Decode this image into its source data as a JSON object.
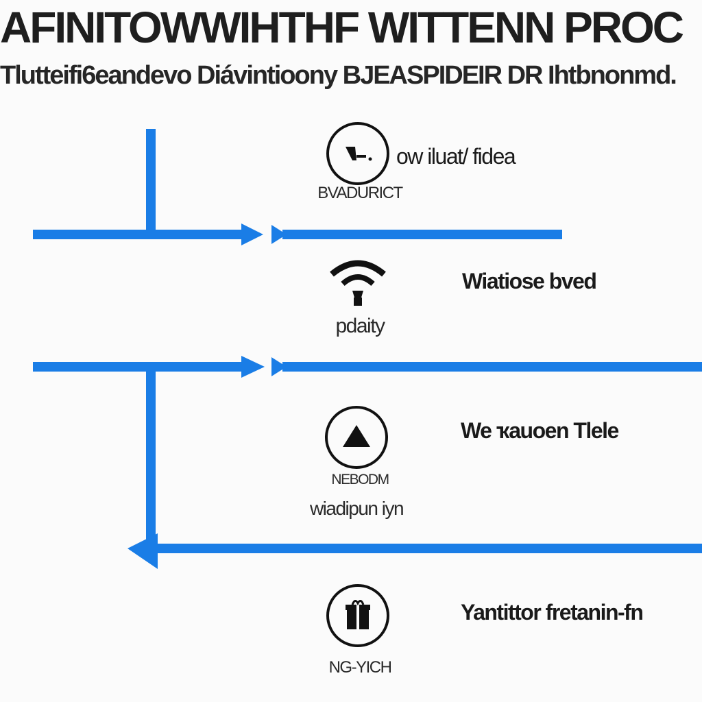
{
  "header": {
    "title": "AFINITOWWIHTHF WITTENN PROC",
    "subtitle": "Tlutteifi6eandevo Diávintioony BJEASPIDEIR DR Ihtbnonmd."
  },
  "colors": {
    "flow_line": "#1a7de6",
    "text": "#1a1a1a",
    "icon_stroke": "#111111",
    "background": "#fbfbfb"
  },
  "steps": [
    {
      "icon": "pointing-hand-icon",
      "label": "ow iluat/ fidea",
      "caption": "BVADURICT",
      "caption2": ""
    },
    {
      "icon": "wifi-signal-icon",
      "label": "Wiatiose bved",
      "caption": "pdaity",
      "caption2": ""
    },
    {
      "icon": "triangle-icon",
      "label": "We ҡauoen Tlele",
      "caption": "NEBODM",
      "caption2": "wiadipun iyn"
    },
    {
      "icon": "gift-box-icon",
      "label": "Yantittor fretanin-fn",
      "caption": "NG-YICH",
      "caption2": ""
    }
  ]
}
